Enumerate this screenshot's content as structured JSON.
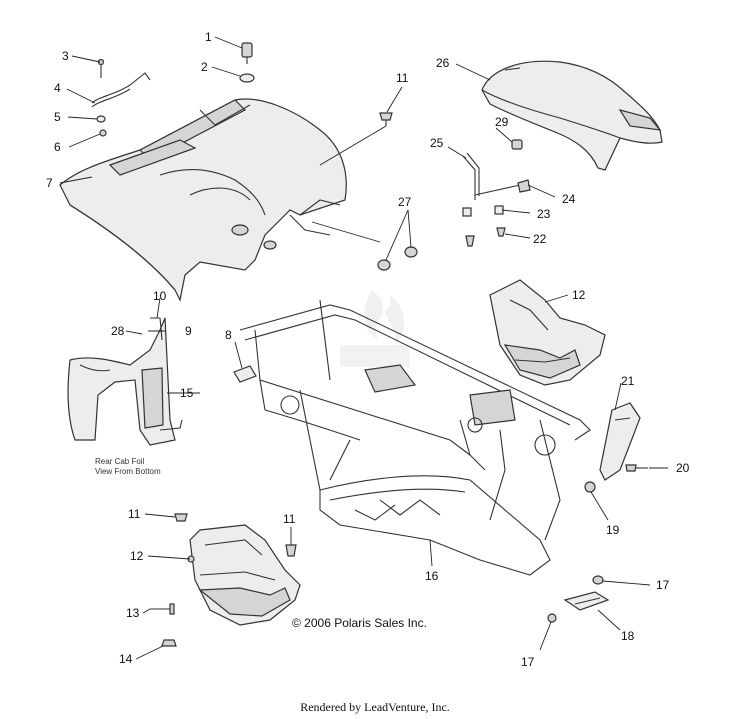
{
  "callouts": {
    "c1": "1",
    "c2": "2",
    "c3": "3",
    "c4": "4",
    "c5": "5",
    "c6": "6",
    "c7": "7",
    "c8": "8",
    "c9": "9",
    "c10": "10",
    "c11a": "11",
    "c11b": "11",
    "c11c": "11",
    "c12a": "12",
    "c12b": "12",
    "c13": "13",
    "c14": "14",
    "c15": "15",
    "c16": "16",
    "c17a": "17",
    "c17b": "17",
    "c18": "18",
    "c19": "19",
    "c20": "20",
    "c21": "21",
    "c22": "22",
    "c23": "23",
    "c24": "24",
    "c25": "25",
    "c26": "26",
    "c27": "27",
    "c28": "28",
    "c29": "29"
  },
  "inset_caption": {
    "line1": "Rear Cab Foil",
    "line2": "View From Bottom"
  },
  "copyright": "© 2006 Polaris Sales Inc.",
  "footer": "Rendered by LeadVenture, Inc."
}
